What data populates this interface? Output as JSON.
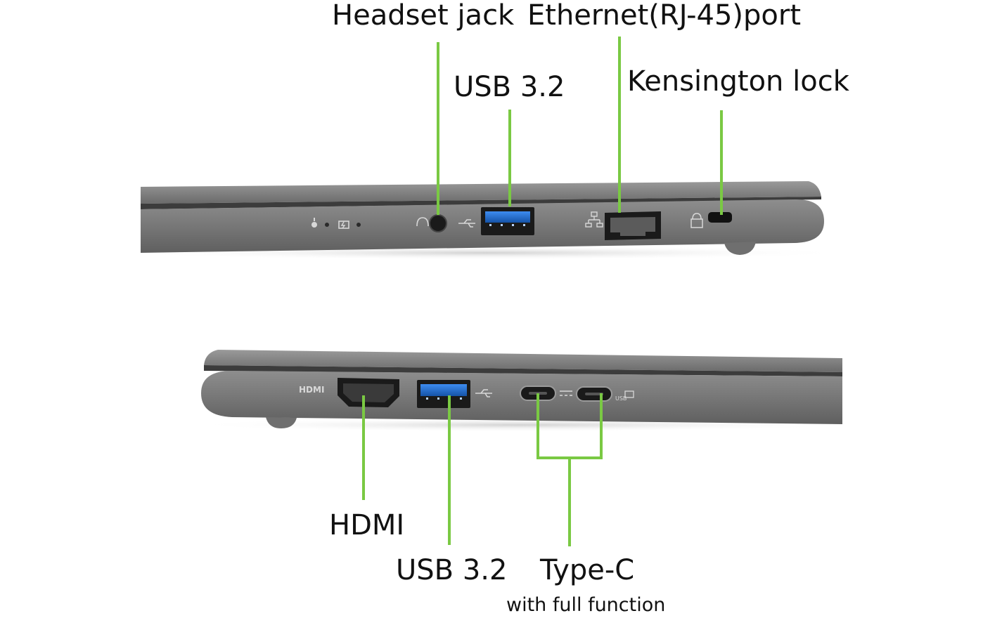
{
  "colors": {
    "leader_line": "#7ac943",
    "chassis": "#7d7d7d",
    "chassis_dark": "#555555",
    "port_black": "#1a1a1a",
    "usb_blue": "#1f6fd1",
    "text": "#111111"
  },
  "top_view": {
    "labels": {
      "headset_jack": "Headset jack",
      "usb": "USB 3.2",
      "ethernet": "Ethernet(RJ-45)port",
      "kensington": "Kensington lock"
    },
    "icons": [
      "power-indicator-icon",
      "battery-indicator-icon",
      "headset-icon",
      "usb-symbol-icon",
      "network-icon",
      "lock-icon"
    ]
  },
  "bottom_view": {
    "labels": {
      "hdmi": "HDMI",
      "usb": "USB 3.2",
      "typec": "Type-C",
      "typec_sub": "with full function"
    },
    "port_marks": {
      "hdmi_logo": "HDMI",
      "usb_c_logo": "USB"
    }
  }
}
